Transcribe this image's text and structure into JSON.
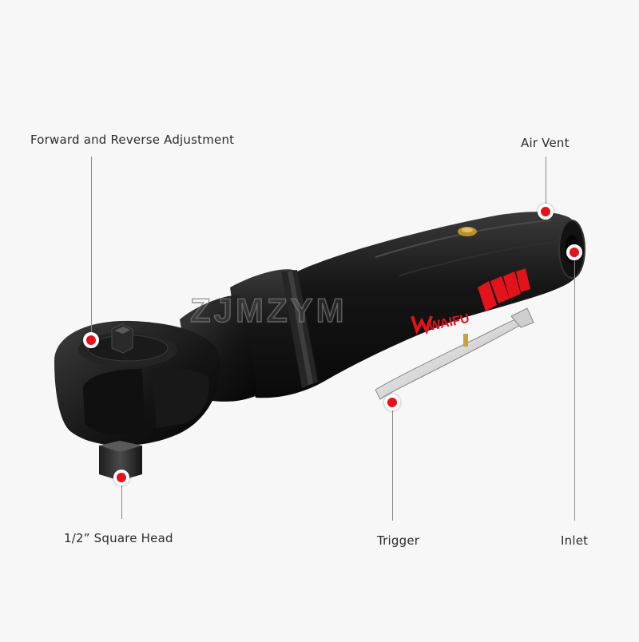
{
  "watermark": "ZJMZYM",
  "brand_logo": "WAIFU",
  "colors": {
    "accent": "#e3121b",
    "body": "#1a1a1a",
    "background": "#f7f7f7"
  },
  "callouts": {
    "forward_reverse": "Forward and Reverse Adjustment",
    "air_vent": "Air Vent",
    "square_head": "1/2” Square Head",
    "trigger": "Trigger",
    "inlet": "Inlet"
  }
}
